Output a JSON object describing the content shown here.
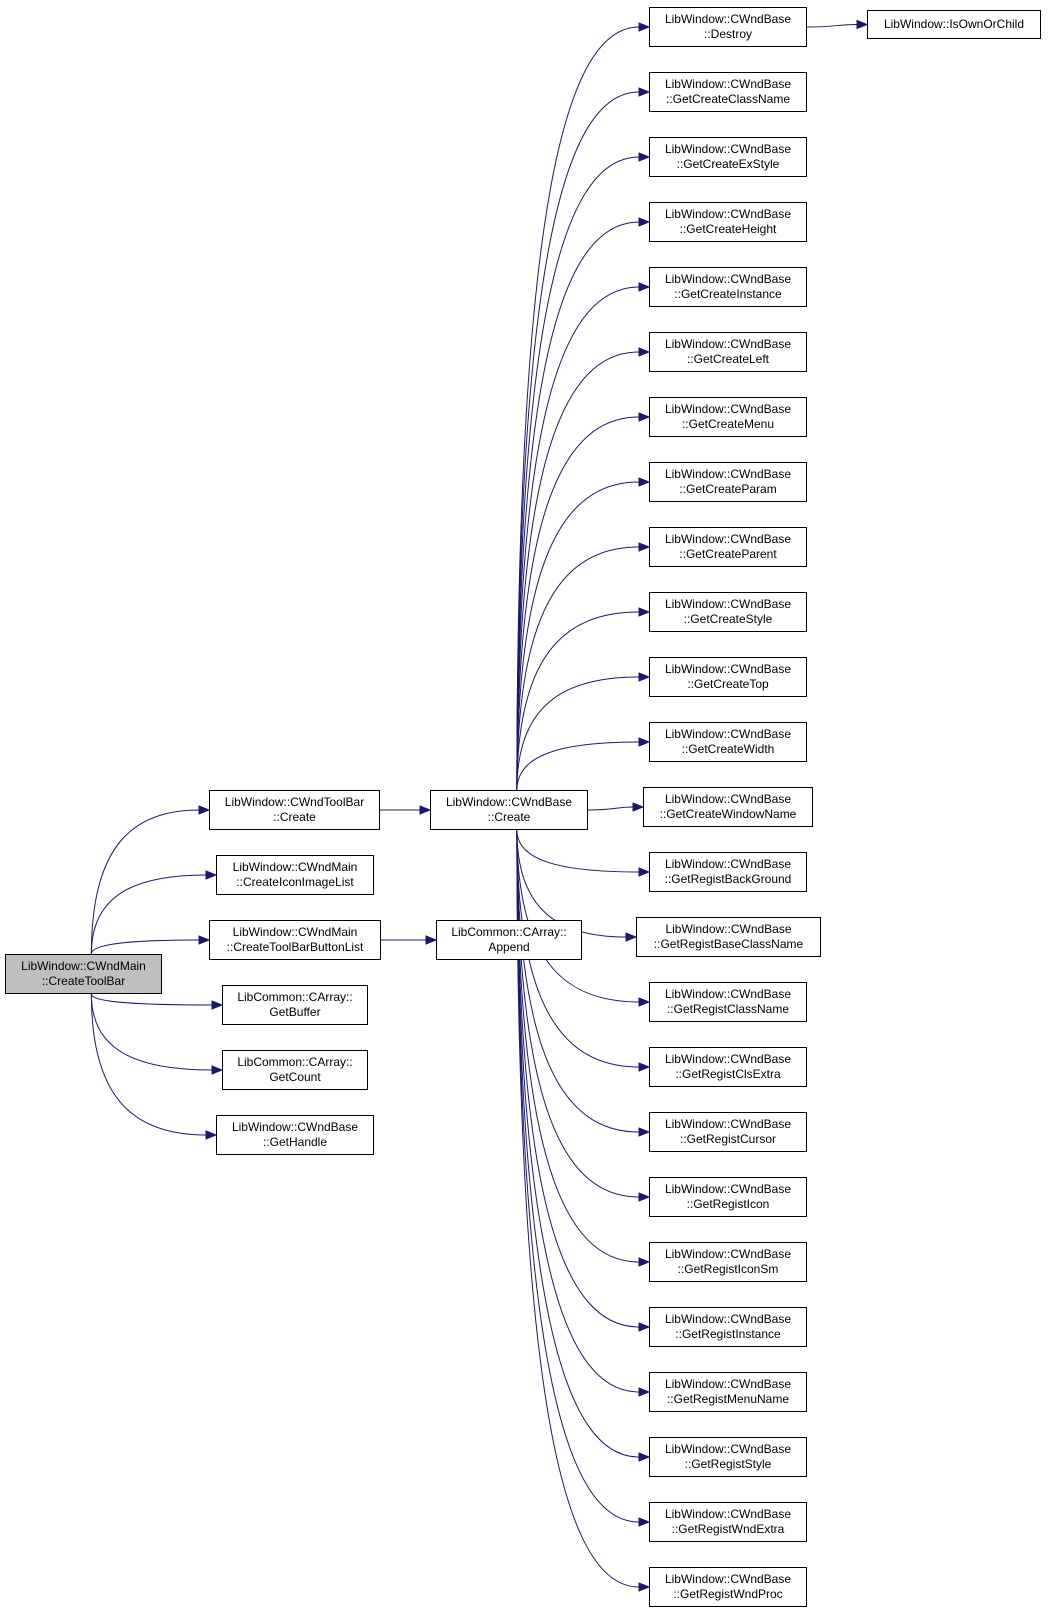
{
  "colors": {
    "edge": "#191970",
    "root_fill": "#bfbfbf",
    "node_fill": "#ffffff",
    "border": "#000000"
  },
  "nodes": {
    "root": {
      "l1": "LibWindow::CWndMain",
      "l2": "::CreateToolBar"
    },
    "toolbar_create": {
      "l1": "LibWindow::CWndToolBar",
      "l2": "::Create"
    },
    "create_icon_image_list": {
      "l1": "LibWindow::CWndMain",
      "l2": "::CreateIconImageList"
    },
    "create_toolbar_button_list": {
      "l1": "LibWindow::CWndMain",
      "l2": "::CreateToolBarButtonList"
    },
    "carray_get_buffer": {
      "l1": "LibCommon::CArray::",
      "l2": "GetBuffer"
    },
    "carray_get_count": {
      "l1": "LibCommon::CArray::",
      "l2": "GetCount"
    },
    "get_handle": {
      "l1": "LibWindow::CWndBase",
      "l2": "::GetHandle"
    },
    "wndbase_create": {
      "l1": "LibWindow::CWndBase",
      "l2": "::Create"
    },
    "carray_append": {
      "l1": "LibCommon::CArray::",
      "l2": "Append"
    },
    "is_own_or_child": {
      "l1": "LibWindow::IsOwnOrChild"
    },
    "destroy": {
      "l1": "LibWindow::CWndBase",
      "l2": "::Destroy"
    },
    "get_create_class_name": {
      "l1": "LibWindow::CWndBase",
      "l2": "::GetCreateClassName"
    },
    "get_create_ex_style": {
      "l1": "LibWindow::CWndBase",
      "l2": "::GetCreateExStyle"
    },
    "get_create_height": {
      "l1": "LibWindow::CWndBase",
      "l2": "::GetCreateHeight"
    },
    "get_create_instance": {
      "l1": "LibWindow::CWndBase",
      "l2": "::GetCreateInstance"
    },
    "get_create_left": {
      "l1": "LibWindow::CWndBase",
      "l2": "::GetCreateLeft"
    },
    "get_create_menu": {
      "l1": "LibWindow::CWndBase",
      "l2": "::GetCreateMenu"
    },
    "get_create_param": {
      "l1": "LibWindow::CWndBase",
      "l2": "::GetCreateParam"
    },
    "get_create_parent": {
      "l1": "LibWindow::CWndBase",
      "l2": "::GetCreateParent"
    },
    "get_create_style": {
      "l1": "LibWindow::CWndBase",
      "l2": "::GetCreateStyle"
    },
    "get_create_top": {
      "l1": "LibWindow::CWndBase",
      "l2": "::GetCreateTop"
    },
    "get_create_width": {
      "l1": "LibWindow::CWndBase",
      "l2": "::GetCreateWidth"
    },
    "get_create_window_name": {
      "l1": "LibWindow::CWndBase",
      "l2": "::GetCreateWindowName"
    },
    "get_regist_background": {
      "l1": "LibWindow::CWndBase",
      "l2": "::GetRegistBackGround"
    },
    "get_regist_base_class_name": {
      "l1": "LibWindow::CWndBase",
      "l2": "::GetRegistBaseClassName"
    },
    "get_regist_class_name": {
      "l1": "LibWindow::CWndBase",
      "l2": "::GetRegistClassName"
    },
    "get_regist_cls_extra": {
      "l1": "LibWindow::CWndBase",
      "l2": "::GetRegistClsExtra"
    },
    "get_regist_cursor": {
      "l1": "LibWindow::CWndBase",
      "l2": "::GetRegistCursor"
    },
    "get_regist_icon": {
      "l1": "LibWindow::CWndBase",
      "l2": "::GetRegistIcon"
    },
    "get_regist_icon_sm": {
      "l1": "LibWindow::CWndBase",
      "l2": "::GetRegistIconSm"
    },
    "get_regist_instance": {
      "l1": "LibWindow::CWndBase",
      "l2": "::GetRegistInstance"
    },
    "get_regist_menu_name": {
      "l1": "LibWindow::CWndBase",
      "l2": "::GetRegistMenuName"
    },
    "get_regist_style": {
      "l1": "LibWindow::CWndBase",
      "l2": "::GetRegistStyle"
    },
    "get_regist_wnd_extra": {
      "l1": "LibWindow::CWndBase",
      "l2": "::GetRegistWndExtra"
    },
    "get_regist_wnd_proc": {
      "l1": "LibWindow::CWndBase",
      "l2": "::GetRegistWndProc"
    }
  },
  "edges": [
    [
      "root",
      "toolbar_create"
    ],
    [
      "root",
      "create_icon_image_list"
    ],
    [
      "root",
      "create_toolbar_button_list"
    ],
    [
      "root",
      "carray_get_buffer"
    ],
    [
      "root",
      "carray_get_count"
    ],
    [
      "root",
      "get_handle"
    ],
    [
      "toolbar_create",
      "wndbase_create"
    ],
    [
      "create_toolbar_button_list",
      "carray_append"
    ],
    [
      "wndbase_create",
      "destroy"
    ],
    [
      "wndbase_create",
      "get_create_class_name"
    ],
    [
      "wndbase_create",
      "get_create_ex_style"
    ],
    [
      "wndbase_create",
      "get_create_height"
    ],
    [
      "wndbase_create",
      "get_create_instance"
    ],
    [
      "wndbase_create",
      "get_create_left"
    ],
    [
      "wndbase_create",
      "get_create_menu"
    ],
    [
      "wndbase_create",
      "get_create_param"
    ],
    [
      "wndbase_create",
      "get_create_parent"
    ],
    [
      "wndbase_create",
      "get_create_style"
    ],
    [
      "wndbase_create",
      "get_create_top"
    ],
    [
      "wndbase_create",
      "get_create_width"
    ],
    [
      "wndbase_create",
      "get_create_window_name"
    ],
    [
      "wndbase_create",
      "get_regist_background"
    ],
    [
      "wndbase_create",
      "get_regist_base_class_name"
    ],
    [
      "wndbase_create",
      "get_regist_class_name"
    ],
    [
      "wndbase_create",
      "get_regist_cls_extra"
    ],
    [
      "wndbase_create",
      "get_regist_cursor"
    ],
    [
      "wndbase_create",
      "get_regist_icon"
    ],
    [
      "wndbase_create",
      "get_regist_icon_sm"
    ],
    [
      "wndbase_create",
      "get_regist_instance"
    ],
    [
      "wndbase_create",
      "get_regist_menu_name"
    ],
    [
      "wndbase_create",
      "get_regist_style"
    ],
    [
      "wndbase_create",
      "get_regist_wnd_extra"
    ],
    [
      "wndbase_create",
      "get_regist_wnd_proc"
    ],
    [
      "destroy",
      "is_own_or_child"
    ]
  ]
}
